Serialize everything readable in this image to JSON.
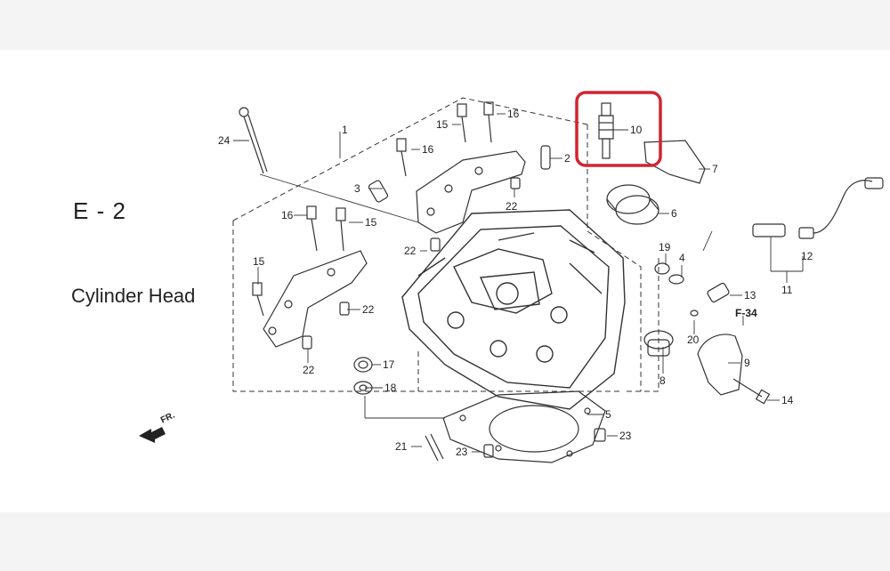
{
  "section": {
    "code": "E - 2",
    "name": "Cylinder Head"
  },
  "callouts": {
    "c1": "1",
    "c2": "2",
    "c3": "3",
    "c4": "4",
    "c5": "5",
    "c6": "6",
    "c7": "7",
    "c8": "8",
    "c9": "9",
    "c10": "10",
    "c11": "11",
    "c12": "12",
    "c13": "13",
    "c14": "14",
    "c15a": "15",
    "c15b": "15",
    "c15c": "15",
    "c16a": "16",
    "c16b": "16",
    "c16c": "16",
    "c17": "17",
    "c18": "18",
    "c19": "19",
    "c20": "20",
    "c21": "21",
    "c22a": "22",
    "c22b": "22",
    "c22c": "22",
    "c22d": "22",
    "c23a": "23",
    "c23b": "23",
    "c24": "24"
  },
  "reference": "F-34",
  "direction": "FR.",
  "highlight": {
    "color": "#d32430",
    "part": "10"
  }
}
